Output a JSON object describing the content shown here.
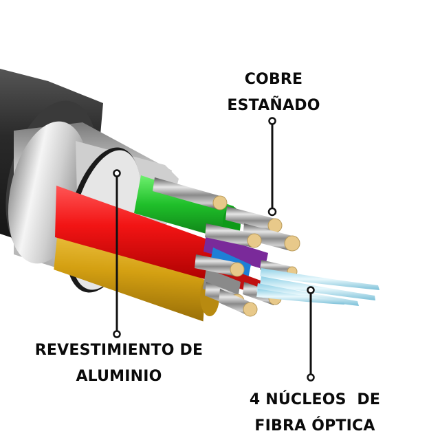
{
  "diagram": {
    "subject": "Cable cross-section (fiber optic hybrid cable)",
    "background": "#ffffff",
    "labels": [
      {
        "id": "cobre",
        "lines": [
          "COBRE",
          "ESTAÑADO"
        ],
        "points_to": "tinned-copper-strands"
      },
      {
        "id": "aluminio",
        "lines": [
          "REVESTIMIENTO DE",
          "ALUMINIO"
        ],
        "points_to": "aluminum-shield"
      },
      {
        "id": "fibra",
        "lines": [
          "4 NÚCLEOS  DE",
          "FIBRA ÓPTICA"
        ],
        "points_to": "fiber-optic-cores"
      }
    ],
    "components": [
      {
        "name": "outer-jacket",
        "color": "#2b2b2b"
      },
      {
        "name": "aluminum-shield",
        "color": "#d9d9d9"
      },
      {
        "name": "red-conductor",
        "color": "#f01818"
      },
      {
        "name": "yellow-conductor",
        "color": "#d9a514"
      },
      {
        "name": "green-conductor",
        "color": "#1fbf2a"
      },
      {
        "name": "purple-conductor",
        "color": "#7a2a9a"
      },
      {
        "name": "blue-conductor",
        "color": "#1e7fd6"
      },
      {
        "name": "copper-strands",
        "color": "#e8c98a"
      },
      {
        "name": "fiber-optic-cores",
        "color": "#bfe6f2"
      }
    ],
    "leader_line_color": "#111111"
  }
}
